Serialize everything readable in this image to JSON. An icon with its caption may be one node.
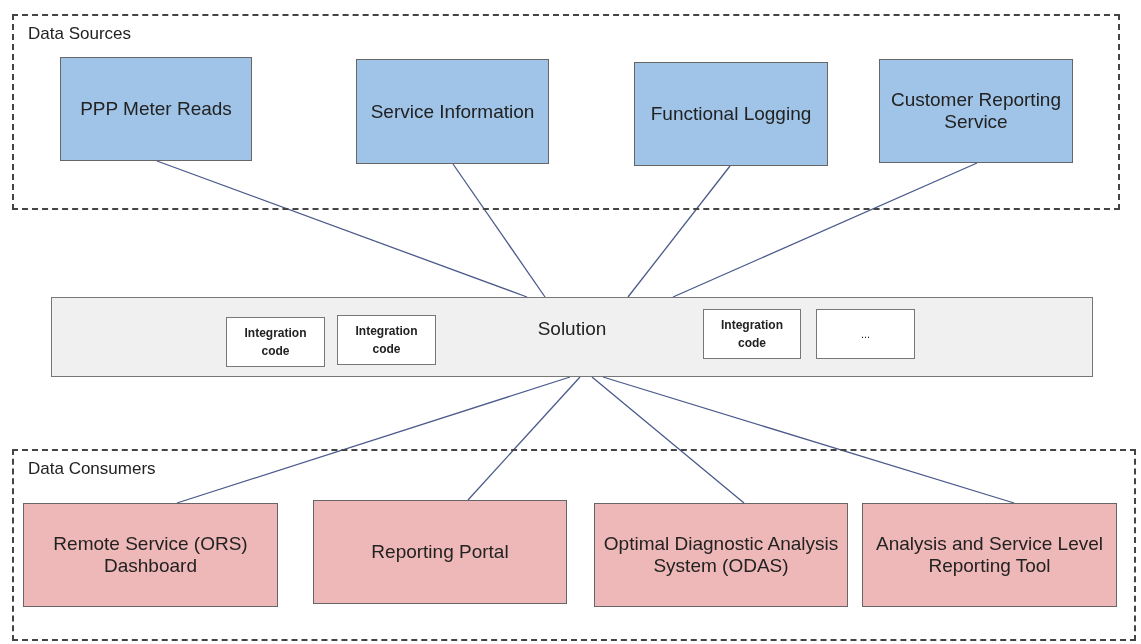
{
  "diagram": {
    "nodes": [
      {
        "text": [
          "Data Sources"
        ]
      },
      {
        "text": [
          "PPP Meter Reads"
        ],
        "in": 0
      },
      {
        "text": [
          "Service Information"
        ],
        "in": 0
      },
      {
        "text": [
          "Functional Logging"
        ],
        "in": 0
      },
      {
        "text": [
          "Customer Reporting Service"
        ],
        "in": 0
      },
      {
        "text": [
          "Solution"
        ]
      },
      {
        "text": [
          "Integration code"
        ],
        "in": 5
      },
      {
        "text": [
          "Integration code"
        ],
        "in": 5
      },
      {
        "text": [
          "Integration code"
        ],
        "in": 5
      },
      {
        "text": [
          "..."
        ],
        "in": 5
      },
      {
        "text": [
          "Data Consumers"
        ]
      },
      {
        "text": [
          "Remote Service (ORS) Dashboard"
        ],
        "in": 10
      },
      {
        "text": [
          "Reporting Portal"
        ],
        "in": 10
      },
      {
        "text": [
          "Optimal Diagnostic Analysis System (ODAS)"
        ],
        "in": 10
      },
      {
        "text": [
          "Analysis and Service Level Reporting Tool"
        ],
        "in": 10
      }
    ],
    "edges": [
      {
        "from": 1,
        "to": 5,
        "arrow": "none"
      },
      {
        "from": 2,
        "to": 5,
        "arrow": "none"
      },
      {
        "from": 3,
        "to": 5,
        "arrow": "none"
      },
      {
        "from": 4,
        "to": 5,
        "arrow": "none"
      },
      {
        "from": 5,
        "to": 11,
        "arrow": "none"
      },
      {
        "from": 5,
        "to": 12,
        "arrow": "none"
      },
      {
        "from": 5,
        "to": 13,
        "arrow": "none"
      },
      {
        "from": 5,
        "to": 14,
        "arrow": "none"
      }
    ]
  }
}
